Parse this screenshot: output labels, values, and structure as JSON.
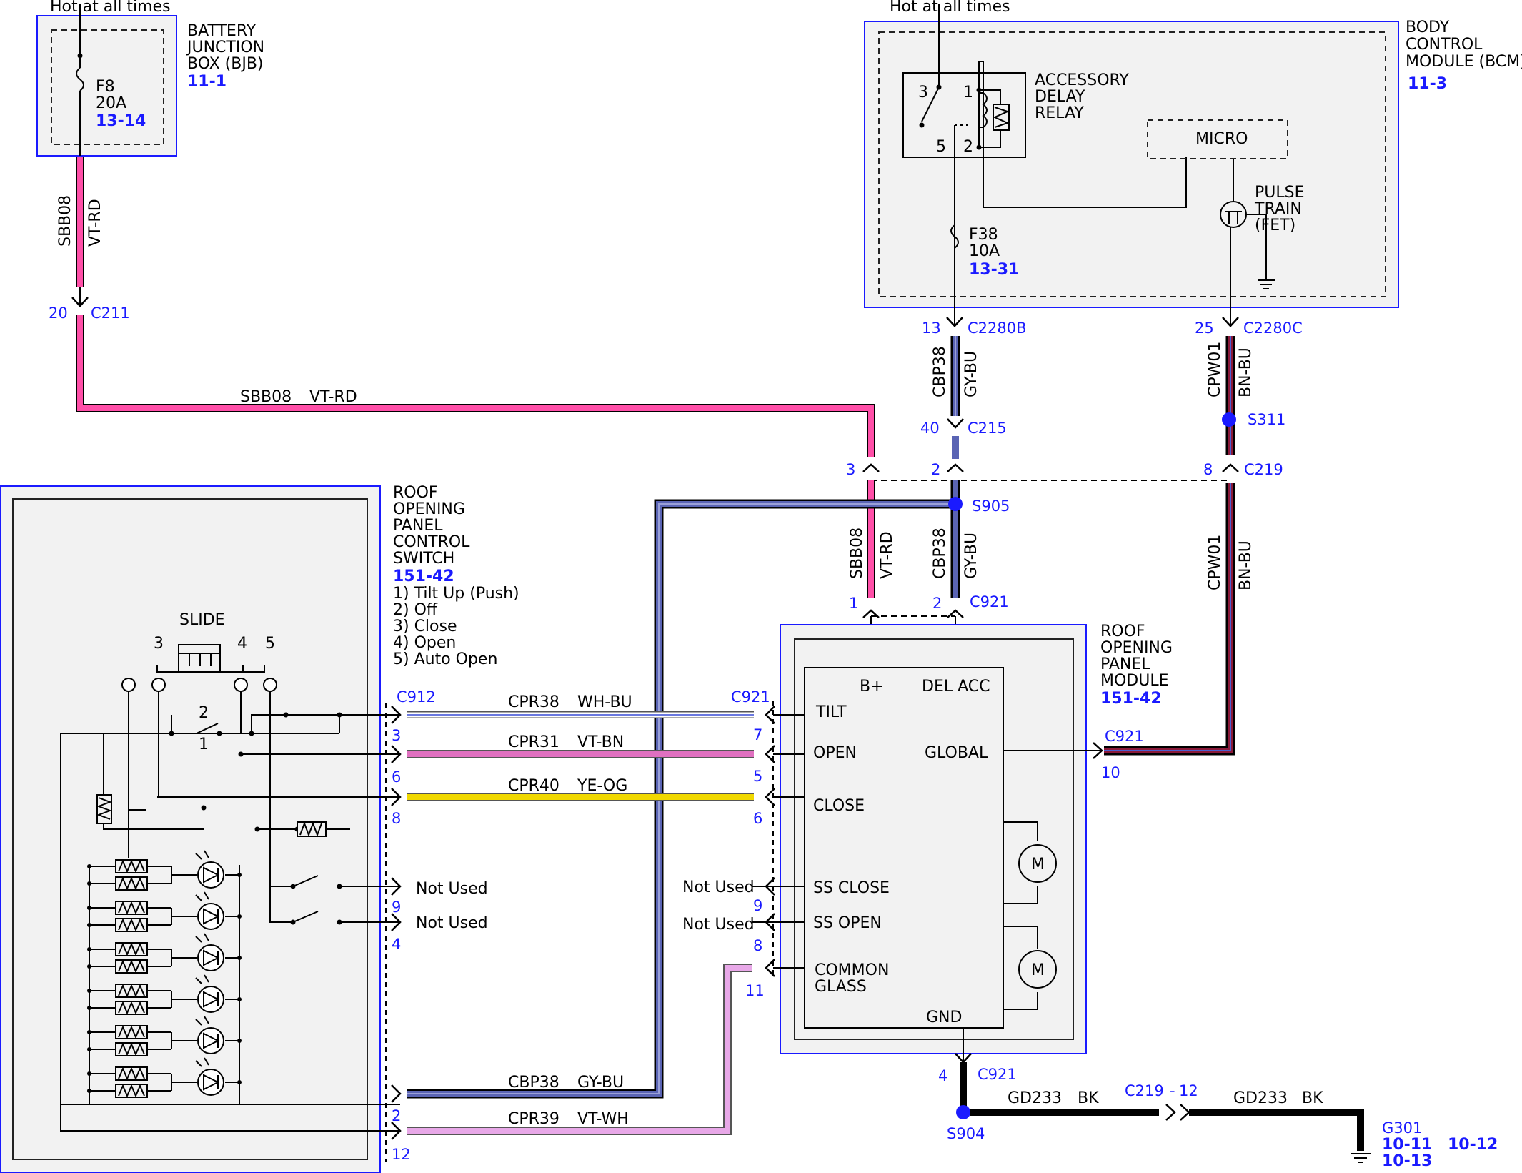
{
  "colors": {
    "label_blue": "#1a1aff",
    "vt_rd": "#ff4fa8",
    "gy_bu": "#5a64b4",
    "bn_bu": "#8b1a3a",
    "wh_bu": "#c8d0ff",
    "vt_bn": "#e070c0",
    "ye_og": "#f0d800",
    "vt_wh": "#e8a8e8",
    "bk": "#000000",
    "box_fill": "#f2f2f2"
  },
  "bjb": {
    "hot_label": "Hot at all times",
    "title_lines": [
      "BATTERY",
      "JUNCTION",
      "BOX (BJB)"
    ],
    "ref": "11-1",
    "fuse_name": "F8",
    "fuse_rating": "20A",
    "fuse_ref": "13-14"
  },
  "bcm": {
    "hot_label": "Hot at all times",
    "title_lines": [
      "BODY",
      "CONTROL",
      "MODULE (BCM)"
    ],
    "ref": "11-3",
    "relay_lines": [
      "ACCESSORY",
      "DELAY",
      "RELAY"
    ],
    "relay_pins": [
      "3",
      "1",
      "5",
      "2"
    ],
    "micro": "MICRO",
    "pulse_lines": [
      "PULSE",
      "TRAIN",
      "(FET)"
    ],
    "fuse_name": "F38",
    "fuse_rating": "10A",
    "fuse_ref": "13-31"
  },
  "switch": {
    "title_lines": [
      "ROOF",
      "OPENING",
      "PANEL",
      "CONTROL",
      "SWITCH"
    ],
    "ref": "151-42",
    "modes": [
      "1) Tilt Up (Push)",
      "2) Off",
      "3) Close",
      "4) Open",
      "5) Auto Open"
    ],
    "slide": "SLIDE",
    "slide_positions": [
      "3",
      "4",
      "5"
    ],
    "contact_labels": [
      "2",
      "1"
    ]
  },
  "module": {
    "title_lines": [
      "ROOF",
      "OPENING",
      "PANEL",
      "MODULE"
    ],
    "ref": "151-42",
    "pins_left": [
      "TILT",
      "OPEN",
      "CLOSE",
      "SS CLOSE",
      "SS OPEN",
      "COMMON",
      "GLASS"
    ],
    "pin_bplus": "B+",
    "pin_delacc": "DEL ACC",
    "pin_global": "GLOBAL",
    "pin_gnd": "GND",
    "motor": "M"
  },
  "wires": {
    "sbb08": "SBB08",
    "vt_rd": "VT-RD",
    "cbp38": "CBP38",
    "gy_bu": "GY-BU",
    "cpw01": "CPW01",
    "bn_bu": "BN-BU",
    "cpr38": "CPR38",
    "wh_bu": "WH-BU",
    "cpr31": "CPR31",
    "vt_bn": "VT-BN",
    "cpr40": "CPR40",
    "ye_og": "YE-OG",
    "cpr39": "CPR39",
    "vt_wh": "VT-WH",
    "gd233": "GD233",
    "bk": "BK",
    "not_used": "Not Used"
  },
  "connectors": {
    "c211": "C211",
    "c211_pin": "20",
    "c2280b": "C2280B",
    "c2280b_pin": "13",
    "c2280c": "C2280C",
    "c2280c_pin": "25",
    "c215": "C215",
    "c215_pin": "40",
    "s311": "S311",
    "c219": "C219",
    "c219_pins": [
      "3",
      "2",
      "8"
    ],
    "s905": "S905",
    "c921_top": "C921",
    "c921_top_pins": [
      "1",
      "2"
    ],
    "c912": "C912",
    "c912_pins": [
      "3",
      "6",
      "8",
      "9",
      "4",
      "2",
      "12"
    ],
    "c921_left": "C921",
    "c921_left_pins": [
      "7",
      "5",
      "6",
      "9",
      "8",
      "11"
    ],
    "c921_right": "C921",
    "c921_right_pin": "10",
    "c921_bottom": "C921",
    "c921_bottom_pin": "4",
    "s904": "S904",
    "c219_12": "C219",
    "c219_12_pin": "12",
    "g301": "G301",
    "g301_refs": [
      "10-11",
      "10-13",
      "10-12"
    ]
  }
}
